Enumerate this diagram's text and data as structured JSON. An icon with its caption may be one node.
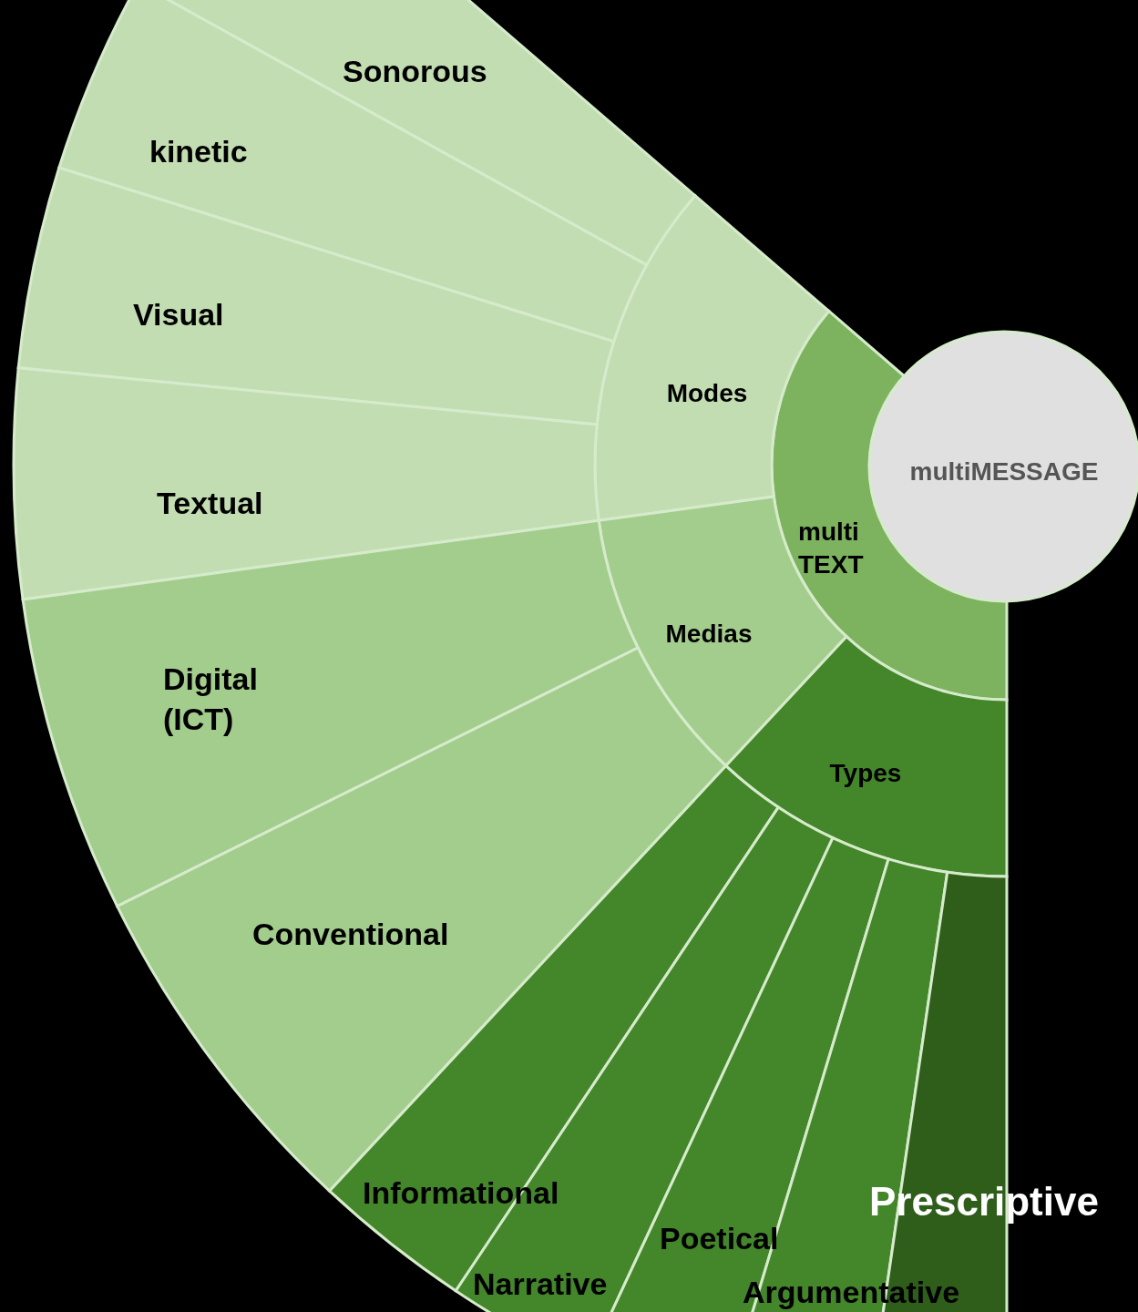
{
  "diagram": {
    "nodes": [
      {
        "text": [
          "multiMESSAGE"
        ]
      },
      {
        "text": [
          "multi TEXT"
        ]
      },
      {
        "text": [
          "Modes"
        ]
      },
      {
        "text": [
          "Medias"
        ]
      },
      {
        "text": [
          "Types"
        ]
      },
      {
        "text": [
          "Sonorous"
        ]
      },
      {
        "text": [
          "kinetic"
        ]
      },
      {
        "text": [
          "Visual"
        ]
      },
      {
        "text": [
          "Textual"
        ]
      },
      {
        "text": [
          "Digital (ICT)"
        ]
      },
      {
        "text": [
          "Conventional"
        ]
      },
      {
        "text": [
          "Informational"
        ]
      },
      {
        "text": [
          "Narrative"
        ]
      },
      {
        "text": [
          "Poetical"
        ]
      },
      {
        "text": [
          "Argumentative"
        ]
      },
      {
        "text": [
          "Prescriptive"
        ]
      }
    ]
  }
}
